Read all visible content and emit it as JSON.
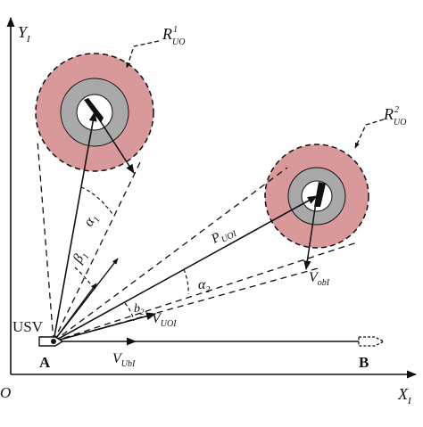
{
  "axes": {
    "y_label": "Y",
    "y_sub": "I",
    "x_label": "X",
    "x_sub": "I",
    "origin": "O"
  },
  "points": {
    "a": "A",
    "b": "B",
    "usv": "USV"
  },
  "obstacles": [
    {
      "label": "R",
      "sup": "1",
      "sub": "UO"
    },
    {
      "label": "R",
      "sup": "2",
      "sub": "UO"
    }
  ],
  "vectors": {
    "v_ubi": {
      "main": "V",
      "sub": "UbI"
    },
    "v_uoi": {
      "main": "V",
      "sub": "UOI"
    },
    "v_obi": {
      "main": "V",
      "sub": "obI"
    },
    "p_uoi": {
      "main": "P",
      "sub": "UOI"
    }
  },
  "angles": {
    "alpha1": {
      "main": "α",
      "sub": "1"
    },
    "beta1": {
      "main": "β",
      "sub": "1"
    },
    "alpha2": {
      "main": "α",
      "sub": "2"
    },
    "beta2": {
      "main": "b",
      "sub": "2"
    }
  },
  "colors": {
    "safety_ring": "#d9999b",
    "inner_ring": "#a9a9a9",
    "core": "#ffffff",
    "ink": "#111111"
  },
  "icons": [
    "vessel-icon",
    "dashed-vessel-icon"
  ]
}
